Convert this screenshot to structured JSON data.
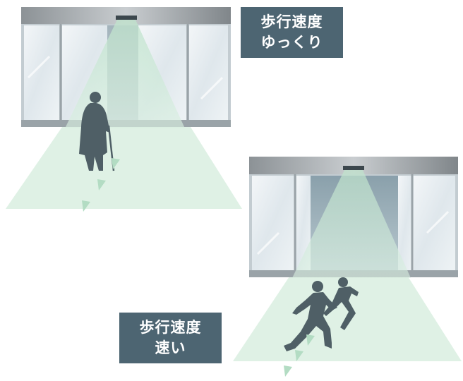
{
  "labels": {
    "slow": {
      "line1": "歩行速度",
      "line2": "ゆっくり"
    },
    "fast": {
      "line1": "歩行速度",
      "line2": "速い"
    }
  },
  "colors": {
    "label_bg": "#4d6572",
    "sensor_beam": "#cfe9d9",
    "glass": "#e4ecf0",
    "silhouette": "#4f5f66"
  },
  "icons": {
    "door": "automatic-sliding-door-icon",
    "sensor": "motion-sensor-icon",
    "elderly": "elderly-person-with-cane-icon",
    "runners": "running-people-icon",
    "arrow": "walking-direction-arrow-icon"
  }
}
